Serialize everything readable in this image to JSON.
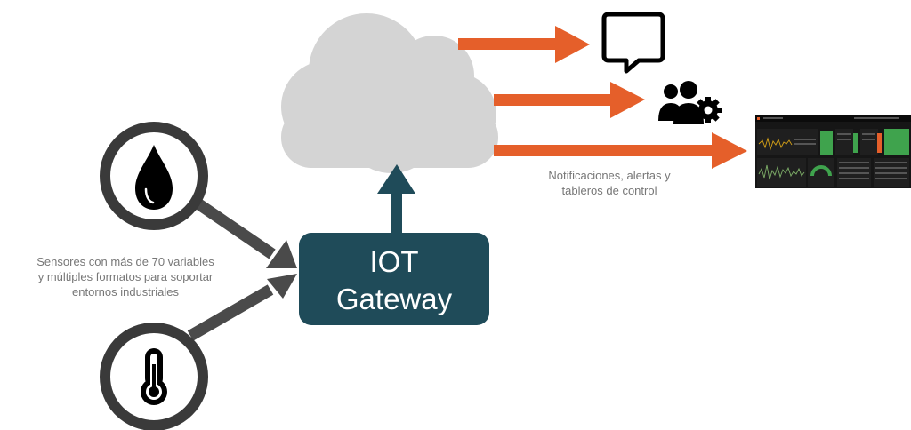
{
  "gateway": {
    "line1": "IOT",
    "line2": "Gateway"
  },
  "captions": {
    "sensors": [
      "Sensores con más de 70 variables",
      "y múltiples formatos para soportar",
      "entornos industriales"
    ],
    "notifications": [
      "Notificaciones, alertas y",
      "tableros de control"
    ]
  },
  "colors": {
    "gateway_fill": "#1f4b59",
    "orange_arrow": "#e55f2a",
    "gray_arrow": "#4a4a4a",
    "cloud": "#d4d4d4",
    "sensor_ring": "#3a3a3a"
  },
  "icons": {
    "sensor_top": "water-drop-icon",
    "sensor_bottom": "thermometer-icon",
    "output_1": "chat-bubble-icon",
    "output_2": "users-gear-icon",
    "output_3": "dashboard-thumbnail"
  }
}
